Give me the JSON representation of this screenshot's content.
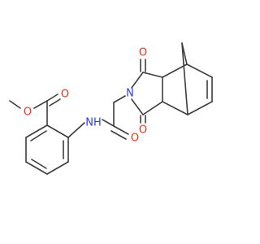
{
  "colors": {
    "bond": "#3c3c3c",
    "oxygen": "#e8341c",
    "nitrogen": "#2a3ee6",
    "background": "#ffffff"
  },
  "atoms": {
    "o_imide_top": "O",
    "o_imide_bottom": "O",
    "n_imide": "N",
    "o_amide": "O",
    "nh_amide": "NH",
    "o_ester_carbonyl": "O",
    "o_ester_ether": "O"
  }
}
